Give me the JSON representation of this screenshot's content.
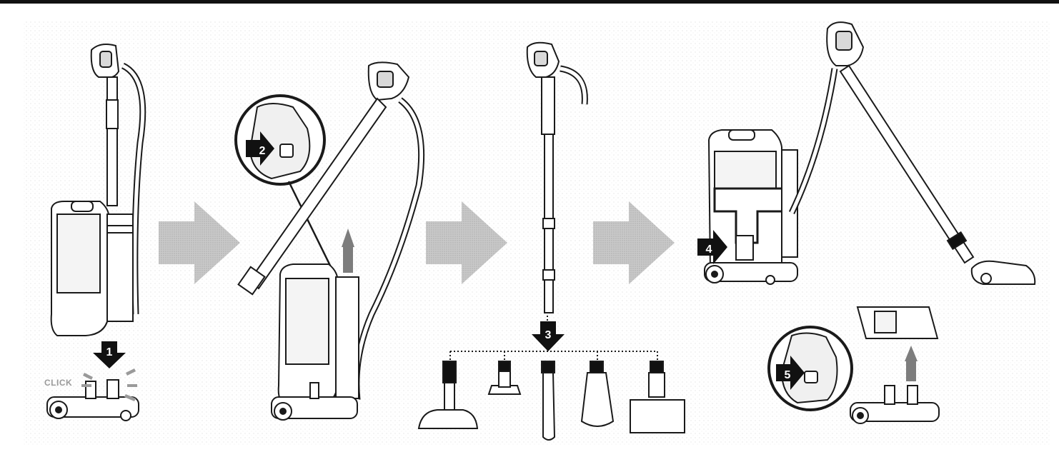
{
  "labels": {
    "click": "CLICK"
  },
  "steps": [
    {
      "id": "1",
      "label": "1"
    },
    {
      "id": "2",
      "label": "2"
    },
    {
      "id": "3",
      "label": "3"
    },
    {
      "id": "4",
      "label": "4"
    },
    {
      "id": "5",
      "label": "5"
    }
  ],
  "colors": {
    "stroke": "#1a1a1a",
    "arrow_gray": "#bdbdbd",
    "lift_arrow": "#7d7d7d",
    "step_badge": "#111111",
    "background_texture": "#e9e9e9"
  }
}
